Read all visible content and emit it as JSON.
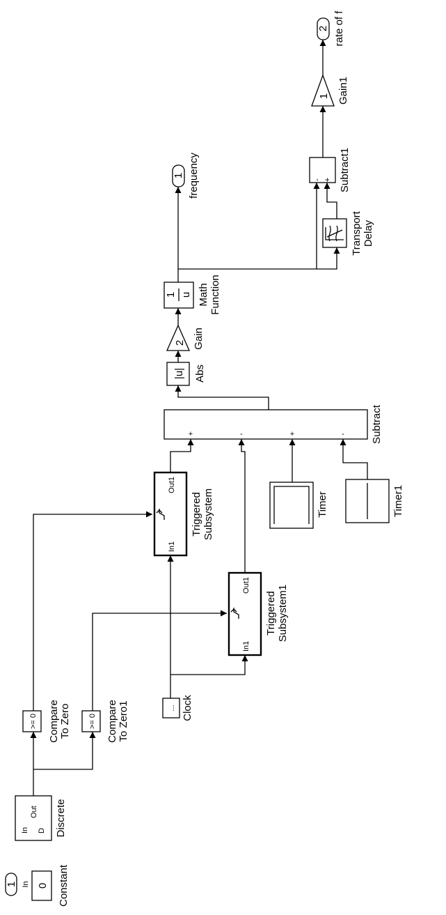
{
  "diagram": {
    "blocks": {
      "in1": {
        "text": "1",
        "port": "In"
      },
      "constant": {
        "text": "0",
        "label": "Constant"
      },
      "discrete": {
        "label": "Discrete",
        "port_in": "In",
        "port_d": "D",
        "port_out": "Out"
      },
      "cmp1": {
        "text": ">= 0",
        "label1": "Compare",
        "label2": "To Zero"
      },
      "cmp2": {
        "text": ">= 0",
        "label1": "Compare",
        "label2": "To Zero1"
      },
      "clock": {
        "label": "Clock"
      },
      "trig1": {
        "label1": "Triggered",
        "label2": "Subsystem",
        "in": "In1",
        "out": "Out1"
      },
      "trig2": {
        "label1": "Triggered",
        "label2": "Subsystem1",
        "in": "In1",
        "out": "Out1"
      },
      "timer": {
        "label": "Timer"
      },
      "timer1": {
        "label": "Timer1"
      },
      "subtract": {
        "label": "Subtract",
        "signs": [
          "+",
          "-",
          "+",
          "-"
        ]
      },
      "abs": {
        "text": "|u|",
        "label": "Abs"
      },
      "gain": {
        "text": "2",
        "label": "Gain"
      },
      "math": {
        "text1": "1",
        "text2": "u",
        "label1": "Math",
        "label2": "Function"
      },
      "out1": {
        "text": "1",
        "label": "frequency"
      },
      "delay": {
        "label1": "Transport",
        "label2": "Delay"
      },
      "subtract1": {
        "label": "Subtract1",
        "signs": [
          "-",
          "+"
        ]
      },
      "gain1": {
        "text": "1",
        "label": "Gain1"
      },
      "out2": {
        "text": "2",
        "label": "rate of f"
      }
    }
  }
}
